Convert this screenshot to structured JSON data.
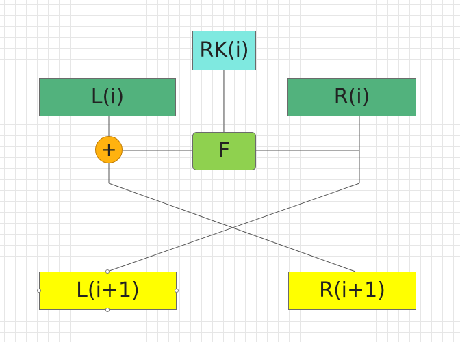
{
  "nodes": {
    "rk": {
      "label": "RK(i)",
      "color": "#7fe9e0"
    },
    "l": {
      "label": "L(i)",
      "color": "#52b27d"
    },
    "r": {
      "label": "R(i)",
      "color": "#52b27d"
    },
    "f": {
      "label": "F",
      "color": "#8fd14f"
    },
    "xor": {
      "label": "+",
      "color": "#ffb20f"
    },
    "l_next": {
      "label": "L(i+1)",
      "color": "#ffff00"
    },
    "r_next": {
      "label": "R(i+1)",
      "color": "#ffff00"
    }
  }
}
